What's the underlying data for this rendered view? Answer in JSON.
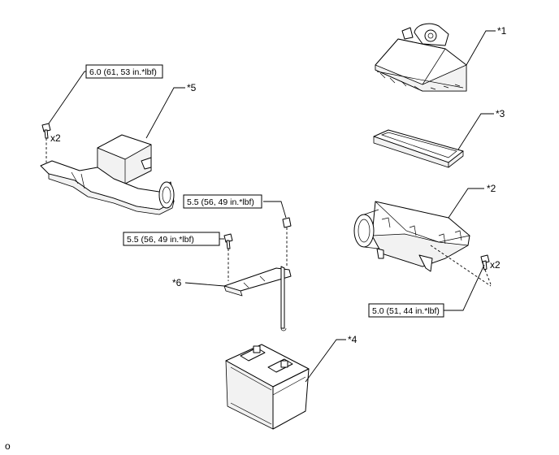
{
  "parts": {
    "p1": "*1",
    "p2": "*2",
    "p3": "*3",
    "p4": "*4",
    "p5": "*5",
    "p6": "*6"
  },
  "torques": {
    "t1": "6.0 (61, 53 in.*lbf)",
    "t2": "5.5 (56, 49 in.*lbf)",
    "t3": "5.5 (56, 49 in.*lbf)",
    "t4": "5.0 (51, 44 in.*lbf)"
  },
  "quantities": {
    "q1": "x2",
    "q2": "x2"
  },
  "footer": "o"
}
